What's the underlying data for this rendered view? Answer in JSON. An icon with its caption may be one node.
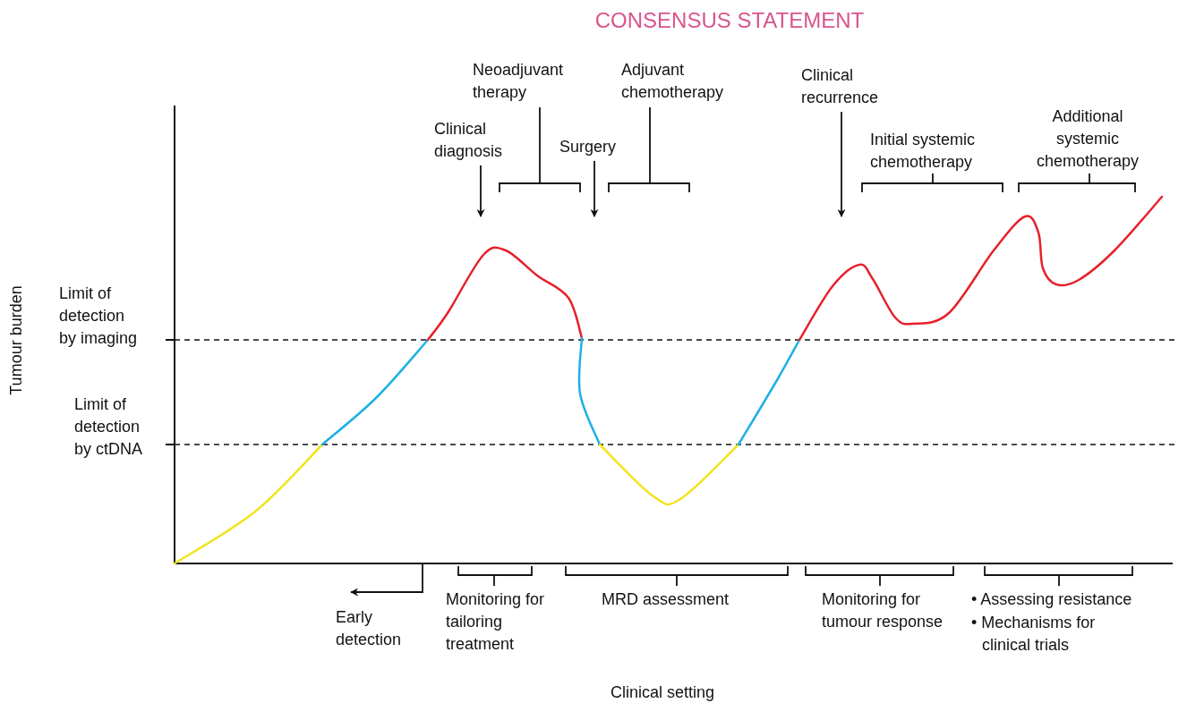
{
  "diagram": {
    "title": "CONSENSUS STATEMENT",
    "nodes": [
      {
        "text": [
          "Clinical diagnosis"
        ]
      },
      {
        "text": [
          "Surgery"
        ]
      },
      {
        "text": [
          "Clinical recurrence"
        ]
      },
      {
        "text": [
          "Early detection"
        ]
      }
    ],
    "edges": [
      {
        "from": 0,
        "to": null,
        "arrow": "to"
      },
      {
        "from": 1,
        "to": null,
        "arrow": "to"
      },
      {
        "from": 2,
        "to": null,
        "arrow": "to"
      },
      {
        "from": null,
        "to": 3,
        "arrow": "to"
      }
    ],
    "labels": [
      "Neoadjuvant therapy",
      "Adjuvant chemotherapy",
      "Initial systemic chemotherapy",
      "Additional systemic chemotherapy",
      "Limit of detection by imaging",
      "Tumour burden",
      "Limit of detection by ctDNA",
      "Monitoring for tailoring treatment",
      "MRD assessment",
      "Monitoring for tumour response",
      "• Assessing resistance",
      "• Mechanisms for clinical trials",
      "Clinical setting"
    ]
  }
}
